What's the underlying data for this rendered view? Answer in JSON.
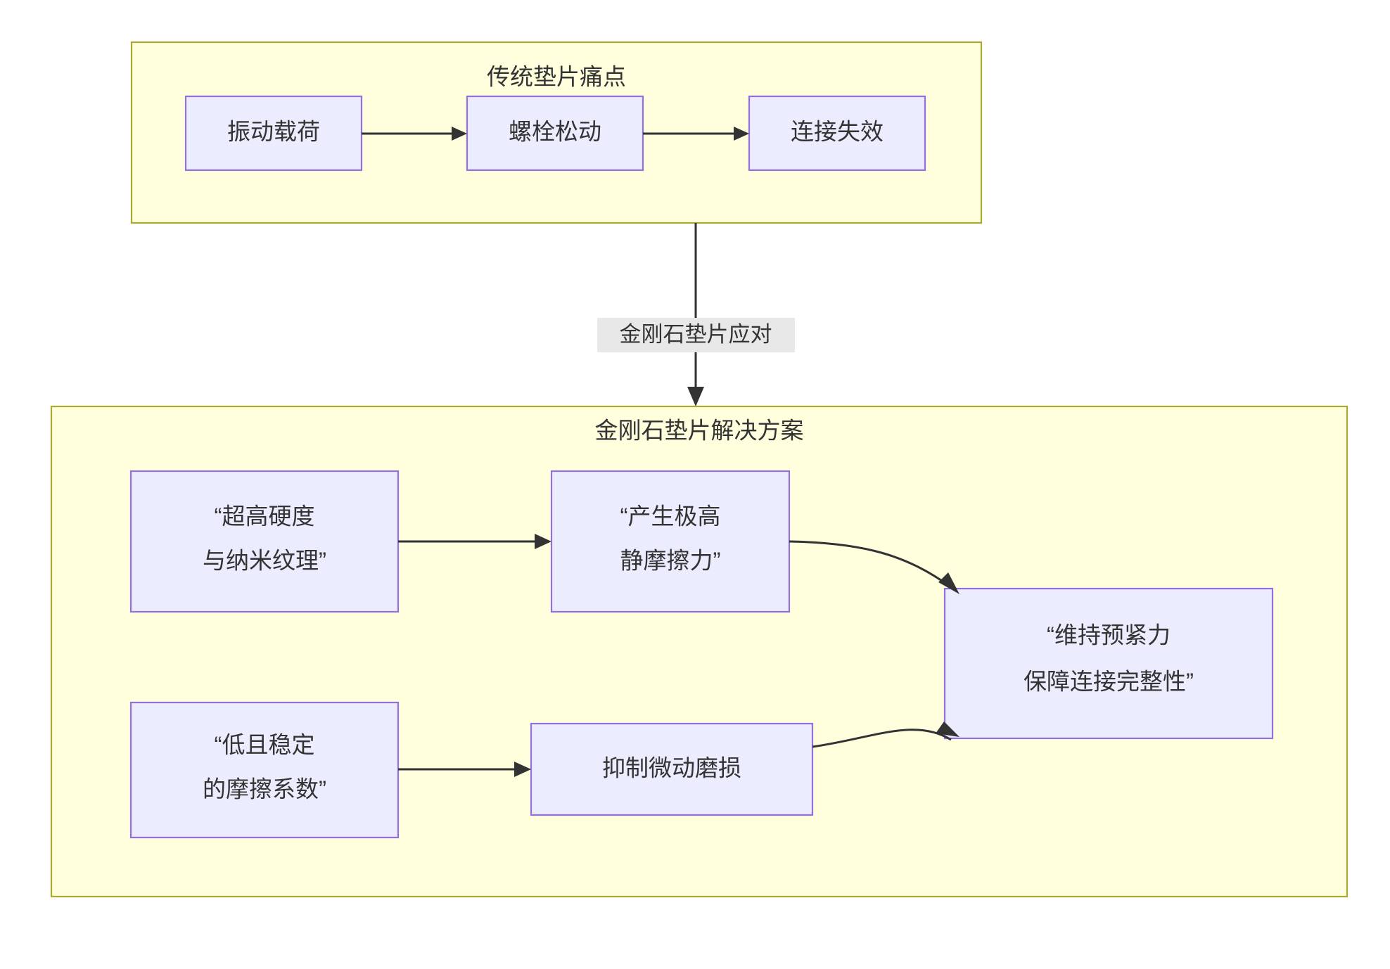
{
  "diagram": {
    "type": "flowchart",
    "direction": "top-to-bottom",
    "background_color": "#ffffff",
    "cluster_fill": "#ffffde",
    "cluster_stroke": "#aaaa33",
    "node_fill": "#ececff",
    "node_stroke": "#9370db",
    "edge_color": "#333333",
    "edge_label_bg": "#e8e8e8",
    "text_color": "#333333"
  },
  "clusters": [
    {
      "id": "pain-points",
      "title": "传统垫片痛点"
    },
    {
      "id": "solution",
      "title": "金刚石垫片解决方案"
    }
  ],
  "nodes": {
    "vibration_load": {
      "label": "振动载荷"
    },
    "bolt_loosening": {
      "label": "螺栓松动"
    },
    "joint_failure": {
      "label": "连接失效"
    },
    "ultra_hardness": {
      "line1": "“超高硬度",
      "line2": "与纳米纹理”"
    },
    "high_static_friction": {
      "line1": "“产生极高",
      "line2": "静摩擦力”"
    },
    "low_stable_cof": {
      "line1": "“低且稳定",
      "line2": "的摩擦系数”"
    },
    "suppress_fretting": {
      "label": "抑制微动磨损"
    },
    "maintain_preload": {
      "line1": "“维持预紧力",
      "line2": "保障连接完整性”"
    }
  },
  "edges": [
    {
      "id": "e1",
      "from": "vibration_load",
      "to": "bolt_loosening",
      "label": ""
    },
    {
      "id": "e2",
      "from": "bolt_loosening",
      "to": "joint_failure",
      "label": ""
    },
    {
      "id": "e3",
      "from": "pain-points",
      "to": "solution",
      "label": "金刚石垫片应对"
    },
    {
      "id": "e4",
      "from": "ultra_hardness",
      "to": "high_static_friction",
      "label": ""
    },
    {
      "id": "e5",
      "from": "high_static_friction",
      "to": "maintain_preload",
      "label": ""
    },
    {
      "id": "e6",
      "from": "low_stable_cof",
      "to": "suppress_fretting",
      "label": ""
    },
    {
      "id": "e7",
      "from": "suppress_fretting",
      "to": "maintain_preload",
      "label": ""
    }
  ]
}
